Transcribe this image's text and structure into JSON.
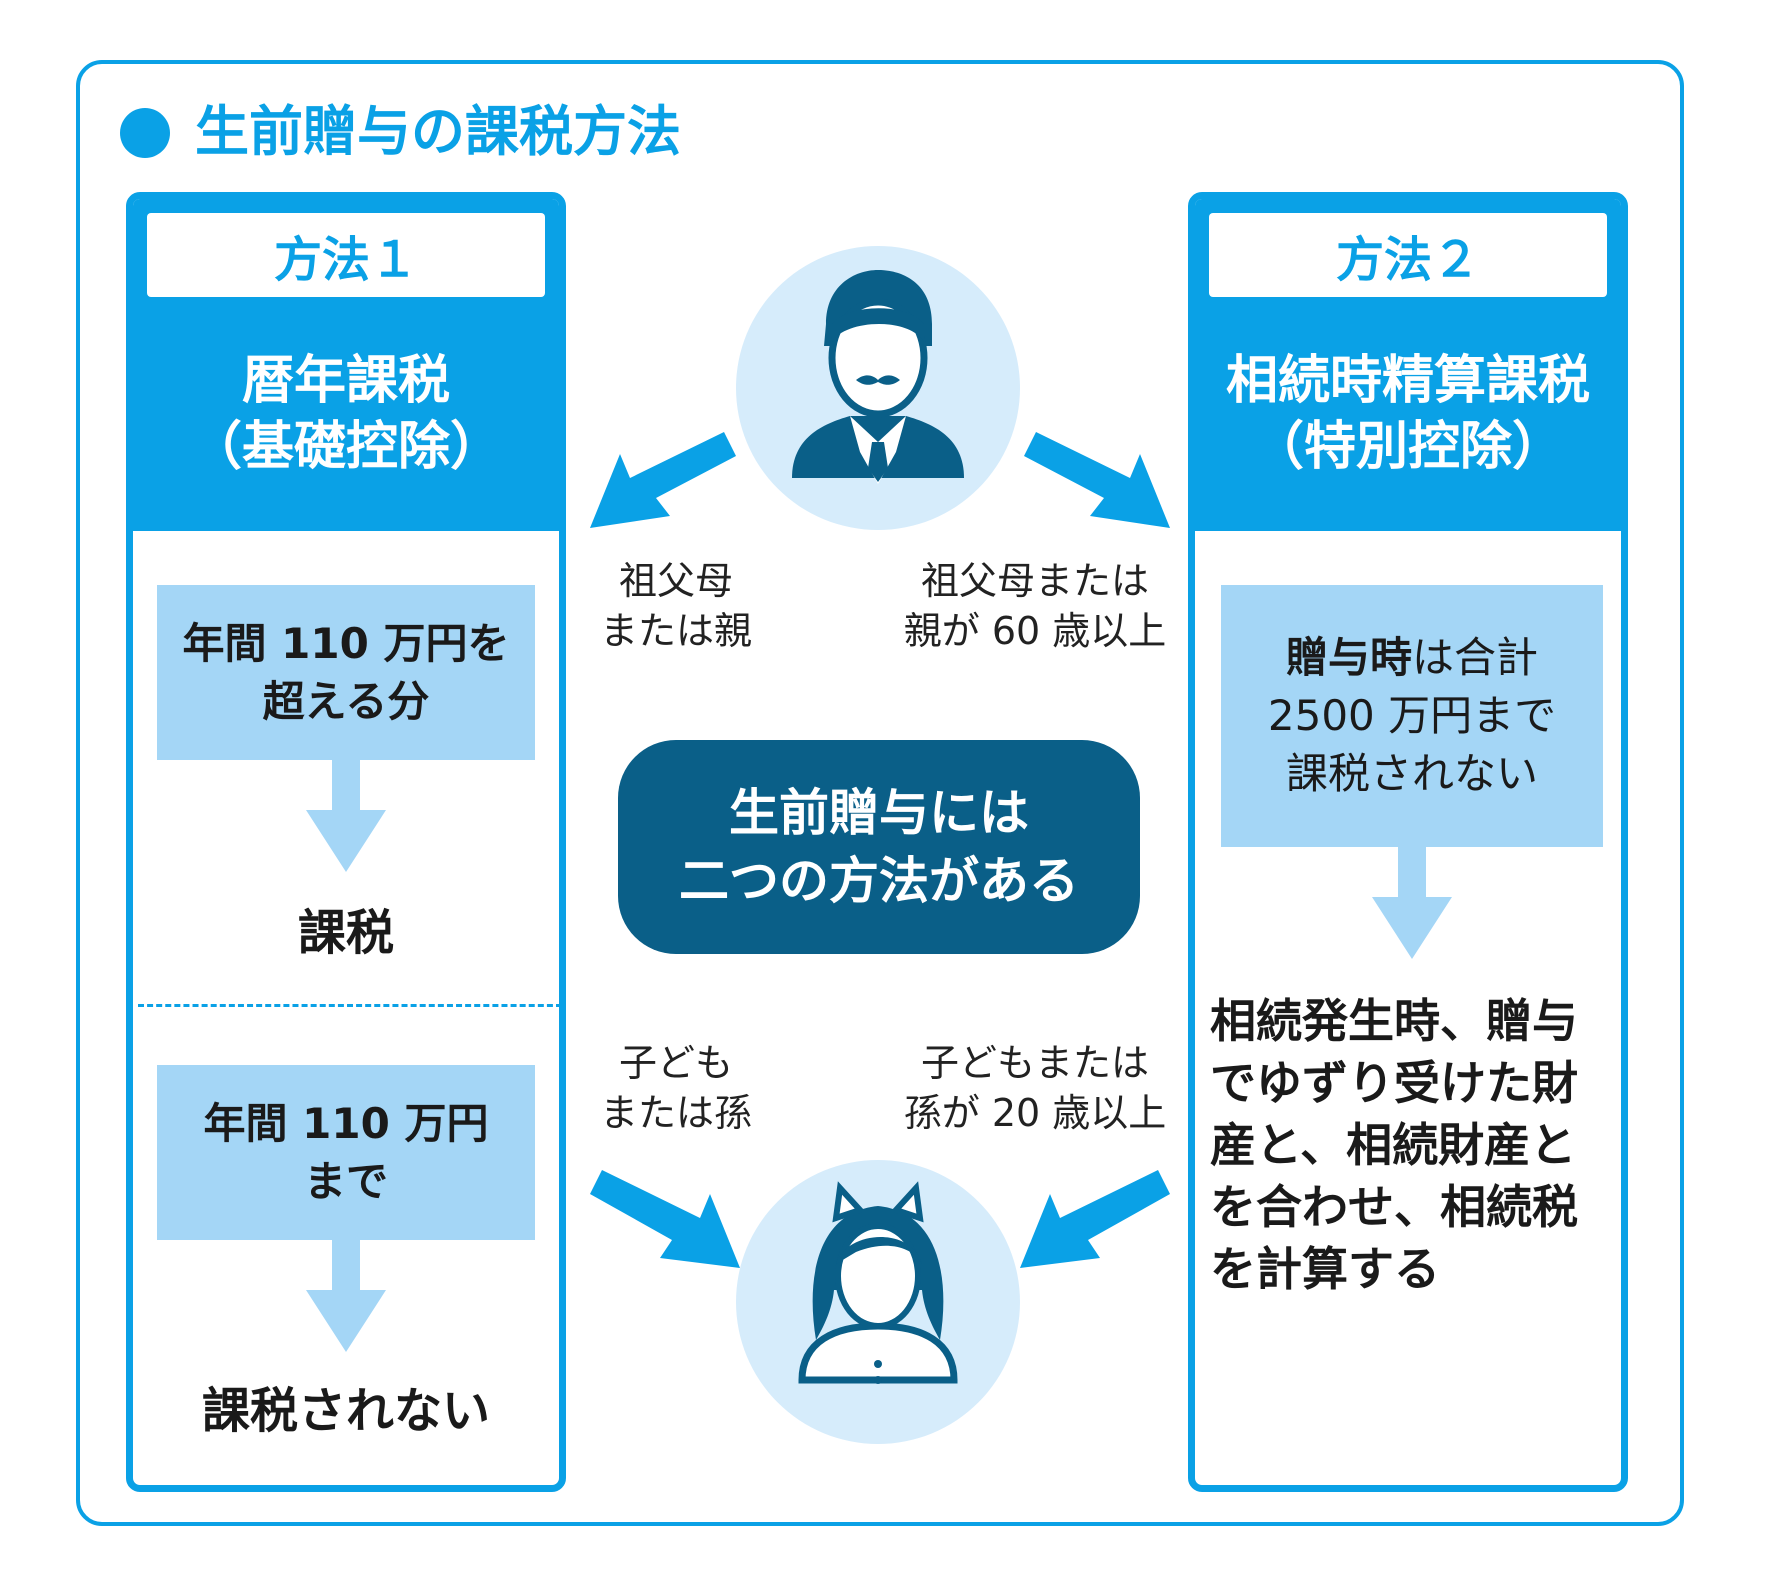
{
  "title": "生前贈与の課税方法",
  "method1": {
    "label": "方法１",
    "name_line1": "暦年課税",
    "name_line2": "（基礎控除）",
    "box1_line1": "年間 110 万円を",
    "box1_line2": "超える分",
    "result1": "課税",
    "box2_line1": "年間 110 万円",
    "box2_line2": "まで",
    "result2": "課税されない"
  },
  "method2": {
    "label": "方法２",
    "name_line1": "相続時精算課税",
    "name_line2": "（特別控除）",
    "box_bold": "贈与時",
    "box_line1_rest": "は合計",
    "box_line2": "2500 万円まで",
    "box_line3": "課税されない",
    "result_lines": [
      "相続発生時、贈与",
      "でゆずり受けた財",
      "産と、相続財産と",
      "を合わせ、相続税",
      "を計算する"
    ]
  },
  "center": {
    "line1": "生前贈与には",
    "line2": "二つの方法がある"
  },
  "conditions": {
    "giver_left": [
      "祖父母",
      "または親"
    ],
    "giver_right": [
      "祖父母または",
      "親が 60 歳以上"
    ],
    "receiver_left": [
      "子ども",
      "または孫"
    ],
    "receiver_right": [
      "子どもまたは",
      "孫が 20 歳以上"
    ]
  },
  "colors": {
    "accent": "#0aa1e6",
    "light_box": "#a4d6f6",
    "circle_bg": "#d6ecfb",
    "center_box": "#0a5f88",
    "figure": "#0a5f88"
  },
  "icons": {
    "giver": "man-with-mustache-icon",
    "receiver": "girl-icon"
  }
}
